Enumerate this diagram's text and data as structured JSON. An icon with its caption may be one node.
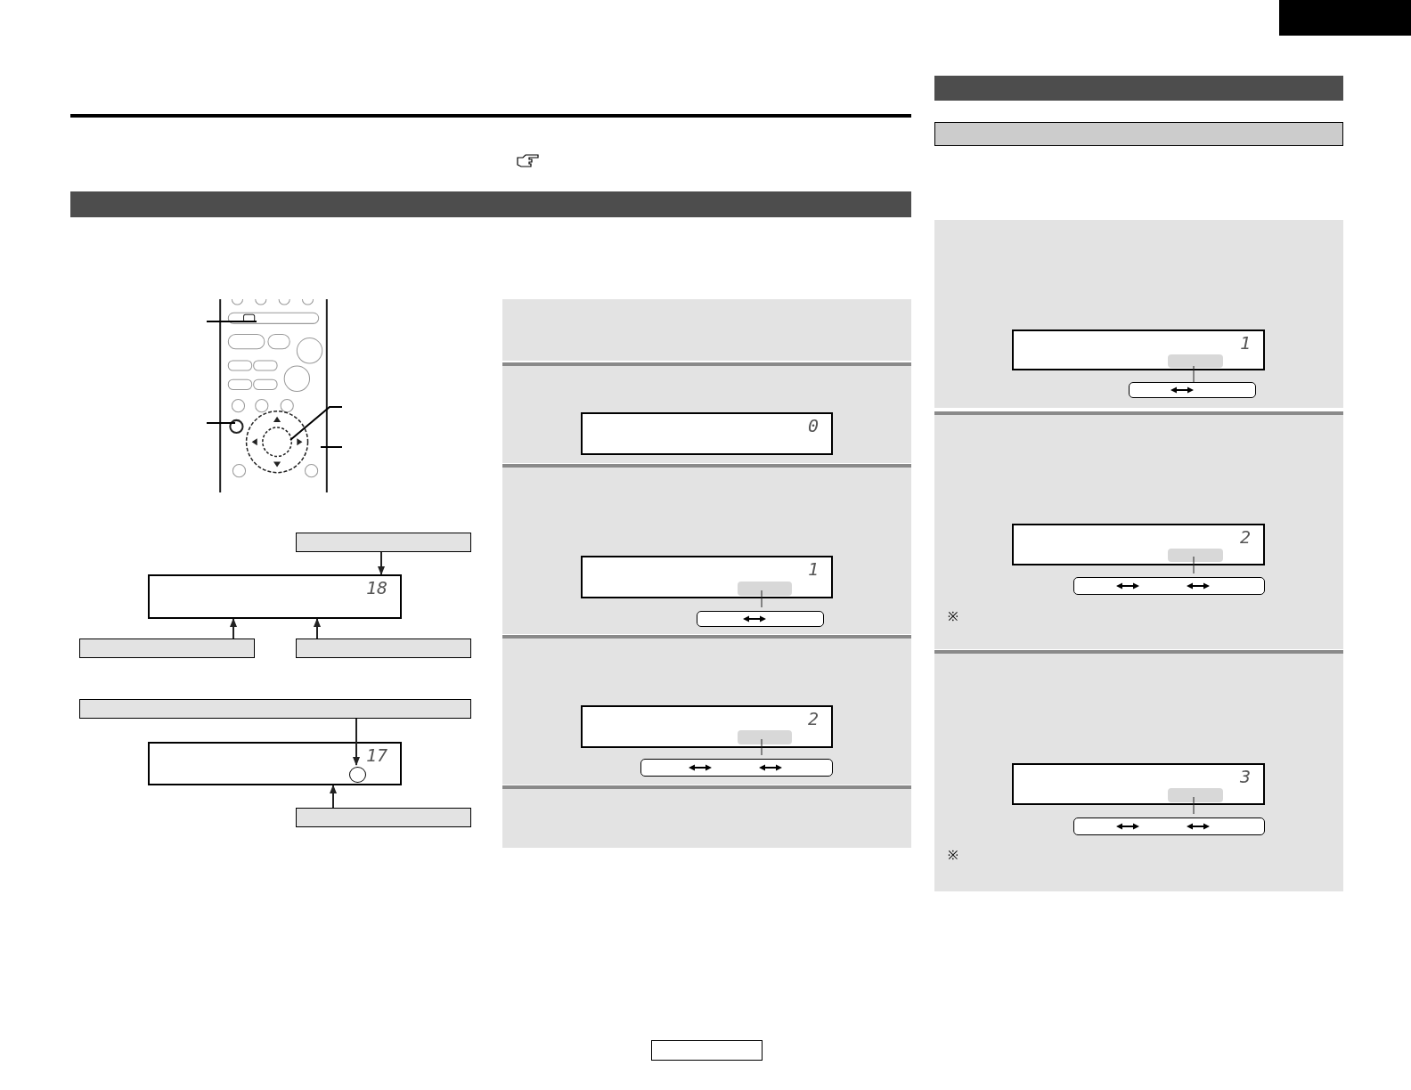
{
  "diagram": {
    "nodes": [
      {
        "text": [],
        "shape": "box"
      },
      {
        "text": [],
        "shape": "box"
      },
      {
        "text": [],
        "shape": "box"
      },
      {
        "text": [],
        "shape": "box"
      },
      {
        "text": [],
        "shape": "box"
      },
      {
        "text": [
          "18"
        ]
      },
      {
        "text": [],
        "shape": "box"
      },
      {
        "text": [],
        "shape": "box"
      },
      {
        "text": [],
        "shape": "box"
      },
      {
        "text": [
          "17"
        ]
      },
      {
        "text": [],
        "shape": "circle",
        "in": 9
      },
      {
        "text": [],
        "shape": "box"
      },
      {
        "text": [],
        "shape": "box"
      },
      {
        "text": [],
        "shape": "box"
      },
      {
        "text": [
          "0"
        ],
        "in": 13
      },
      {
        "text": [],
        "shape": "box"
      },
      {
        "text": [
          "1"
        ],
        "in": 15
      },
      {
        "text": [],
        "shape": "box",
        "in": 16
      },
      {
        "text": [],
        "shape": "box",
        "in": 15
      },
      {
        "text": [],
        "shape": "box"
      },
      {
        "text": [
          "2"
        ],
        "in": 19
      },
      {
        "text": [],
        "shape": "box",
        "in": 20
      },
      {
        "text": [],
        "shape": "box",
        "in": 19
      },
      {
        "text": [],
        "shape": "box"
      },
      {
        "text": [],
        "shape": "box"
      },
      {
        "text": [
          "1"
        ],
        "in": 24
      },
      {
        "text": [],
        "shape": "box",
        "in": 25
      },
      {
        "text": [],
        "shape": "box",
        "in": 24
      },
      {
        "text": [],
        "shape": "box"
      },
      {
        "text": [
          "2"
        ],
        "in": 28
      },
      {
        "text": [],
        "shape": "box",
        "in": 29
      },
      {
        "text": [],
        "shape": "box",
        "in": 28
      },
      {
        "text": [],
        "shape": "box"
      },
      {
        "text": [
          "3"
        ],
        "in": 32
      },
      {
        "text": [],
        "shape": "box",
        "in": 33
      },
      {
        "text": [],
        "shape": "box",
        "in": 32
      },
      {
        "text": [],
        "shape": "box"
      },
      {
        "text": [],
        "shape": "picture"
      }
    ],
    "edges": [
      {
        "from": 4,
        "to": 5,
        "arrow": "to"
      },
      {
        "from": 6,
        "to": 5,
        "arrow": "to"
      },
      {
        "from": 7,
        "to": 5,
        "arrow": "to"
      },
      {
        "from": 8,
        "to": 10,
        "arrow": "to"
      },
      {
        "from": 11,
        "to": 9,
        "arrow": "to"
      },
      {
        "from": 18,
        "to": 17,
        "arrow": "none"
      },
      {
        "from": 22,
        "to": 21,
        "arrow": "none"
      },
      {
        "from": 27,
        "to": 26,
        "arrow": "none"
      },
      {
        "from": 31,
        "to": 30,
        "arrow": "none"
      },
      {
        "from": 35,
        "to": 34,
        "arrow": "none"
      },
      {
        "from": null,
        "to": 37,
        "arrow": "none"
      },
      {
        "from": null,
        "to": 37,
        "arrow": "none"
      },
      {
        "from": null,
        "to": 37,
        "arrow": "none"
      },
      {
        "from": null,
        "to": 37,
        "arrow": "none"
      }
    ],
    "labels": [
      "※",
      "※"
    ]
  }
}
